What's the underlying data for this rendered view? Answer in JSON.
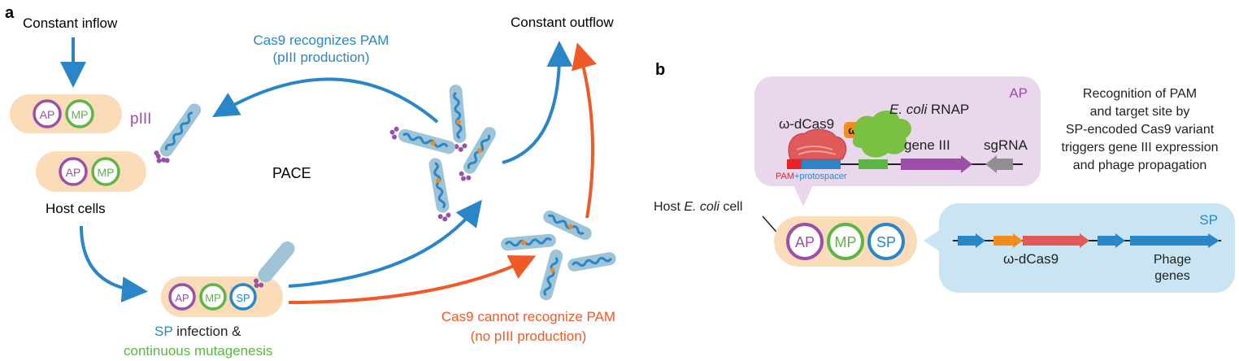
{
  "panel_a": {
    "label": "a",
    "constant_inflow": "Constant inflow",
    "constant_outflow": "Constant outflow",
    "host_cells": "Host cells",
    "center_label": "PACE",
    "piii_label": "pIII",
    "recognizes_line1": "Cas9 recognizes PAM",
    "recognizes_line2": "(pIII production)",
    "cannot_line1": "Cas9 cannot recognize PAM",
    "cannot_line2": "(no pIII production)",
    "infection_sp": "SP",
    "infection_rest": " infection &",
    "mutagenesis": "continuous mutagenesis",
    "plasmids": {
      "ap": "AP",
      "mp": "MP",
      "sp": "SP"
    }
  },
  "panel_b": {
    "label": "b",
    "ap_tag": "AP",
    "sp_tag": "SP",
    "omega_dcas9": "ω-dCas9",
    "omega_symbol": "ω",
    "ecoli_italic": "E. coli",
    "rnap": " RNAP",
    "gene_iii": "gene III",
    "sgrna": "sgRNA",
    "pam": "PAM",
    "protospacer": "+protospacer",
    "host_prefix": "Host ",
    "host_italic": "E. coli",
    "host_suffix": " cell",
    "sp_omega_dcas9": "ω-dCas9",
    "phage_line1": "Phage",
    "phage_line2": "genes",
    "description": [
      "Recognition of PAM",
      "and target site by",
      "SP-encoded Cas9 variant",
      "triggers gene III expression",
      "and phage propagation"
    ]
  },
  "colors": {
    "blue": "#2b86c8",
    "orange": "#ef5a28",
    "purple": "#9b4fa8",
    "green": "#5cb545",
    "cell_fill": "#fbdcb9",
    "ap_box": "#e9d7ec",
    "sp_box": "#c9e5f3",
    "phage": "#9ec4d8"
  }
}
